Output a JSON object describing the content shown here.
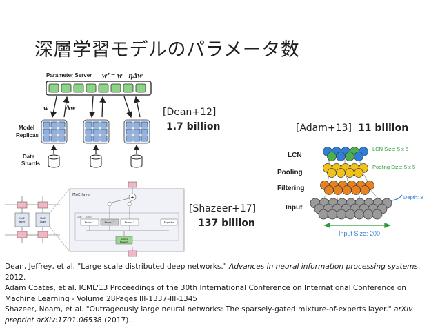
{
  "title": "深層学習モデルのパラメータ数",
  "dean": {
    "cite": "[Dean+12]",
    "count": "1.7 billion",
    "figure": {
      "server_label": "Parameter Server",
      "update_rule": "w’ = w - ηΔw",
      "w_label": "w",
      "dw_label": "Δw",
      "replicas_label": "Model Replicas",
      "shards_label": "Data Shards"
    }
  },
  "adam": {
    "cite": "[Adam+13]",
    "count": "11 billion",
    "figure": {
      "lcn_label": "LCN",
      "pooling_label": "Pooling",
      "filtering_label": "Filtering",
      "input_label": "Input",
      "lcn_size": "LCN Size: 5 x 5",
      "pooling_size": "Pooling Size: 5 x 5",
      "depth": "Depth: 3",
      "input_size": "Input Size: 200"
    }
  },
  "shazeer": {
    "cite": "[Shazeer+17]",
    "count": "137 billion",
    "figure": {
      "moe_layer": "MoE layer",
      "moe_small": "MoE layer",
      "expert1": "Expert 1",
      "expert2": "Expert 2",
      "expert3": "Expert 3",
      "expertn": "Expert n",
      "gating": "Gating Network",
      "gx": "G(x)",
      "gx2": "G(x)₂"
    }
  },
  "references": [
    {
      "pre": "Dean, Jeffrey, et al. \"Large scale distributed deep networks.\" ",
      "ital": "Advances in neural information processing systems",
      "post": ". 2012."
    },
    {
      "pre": "Adam Coates, et al. ICML'13 Proceedings of the 30th International Conference on International Conference on Machine Learning - Volume 28Pages III-1337-III-1345",
      "ital": "",
      "post": ""
    },
    {
      "pre": "Shazeer, Noam, et al. \"Outrageously large neural networks: The sparsely-gated mixture-of-experts layer.\" ",
      "ital": "arXiv preprint arXiv:1701.06538",
      "post": " (2017)."
    }
  ],
  "colors": {
    "green": "#8ed486",
    "pink": "#f4b6c4",
    "yellow": "#f2c21a",
    "orange": "#e8821e",
    "blue": "#2f7fd6",
    "gray": "#9a9a9a",
    "lcn_text": "#2e9a3a",
    "depth_text": "#2f7fd6"
  }
}
